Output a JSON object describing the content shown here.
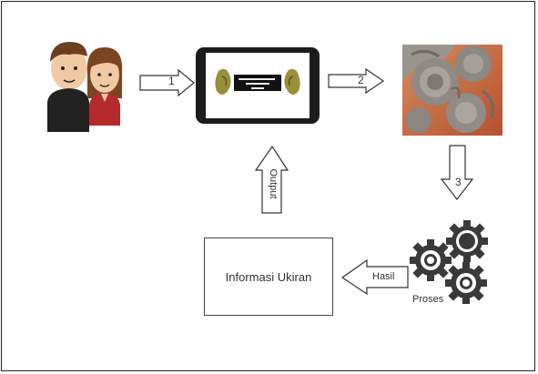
{
  "steps": {
    "step1": "1",
    "step2": "2",
    "step3": "3"
  },
  "labels": {
    "output": "Output",
    "hasil": "Hasil",
    "proses": "Proses"
  },
  "info_box": {
    "text": "Informasi Ukiran"
  },
  "colors": {
    "border": "#222222",
    "arrow_stroke": "#333333",
    "carving_stone": "#8a8580",
    "carving_bg": "#c0623a",
    "gear_dark": "#3a3a3a"
  },
  "icons": [
    "users-icon",
    "smartphone-icon",
    "stone-carving-image",
    "gears-icon"
  ]
}
